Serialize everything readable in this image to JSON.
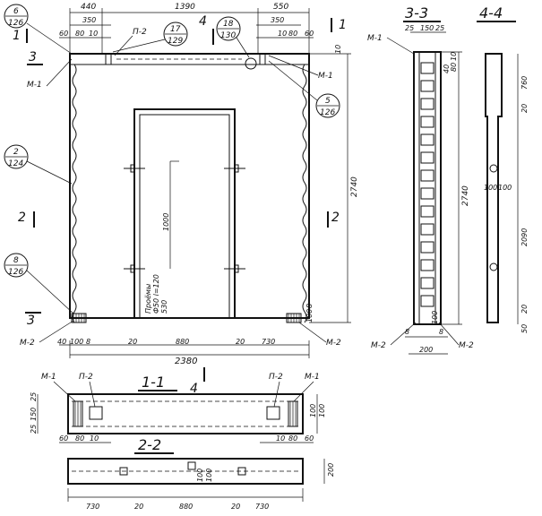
{
  "dims": {
    "top": [
      "440",
      "1390",
      "550"
    ],
    "top_left": [
      "350",
      "60",
      "80",
      "10"
    ],
    "top_right": [
      "350",
      "10",
      "80",
      "60"
    ],
    "right_small": "10",
    "height_main": "2740",
    "bottom_left": [
      "40",
      "100",
      "8"
    ],
    "bottom": [
      "20",
      "880",
      "20",
      "730"
    ],
    "bottom_right": [
      "100",
      "8"
    ],
    "total_width": "2380",
    "opening_height": "1000"
  },
  "labels": {
    "p2_top": "П-2",
    "m1": "М-1",
    "m2": "М-2",
    "opening_note": [
      "Проёмы",
      "Ф50 l=120",
      "530"
    ]
  },
  "callouts": {
    "c6": [
      "6",
      "126"
    ],
    "c17": [
      "17",
      "129"
    ],
    "c18": [
      "18",
      "130"
    ],
    "c5": [
      "5",
      "126"
    ],
    "c2": [
      "2",
      "124"
    ],
    "c8": [
      "8",
      "126"
    ]
  },
  "sections": {
    "s1": "1",
    "s2": "2",
    "s3": "3",
    "s4": "4",
    "s11": "1-1",
    "s22": "2-2",
    "s33": "3-3",
    "s44": "4-4"
  },
  "view33": {
    "top": [
      "25",
      "150",
      "25"
    ],
    "side": [
      "10",
      "40",
      "80"
    ],
    "height": "2740",
    "bottom": [
      "8",
      "200",
      "8"
    ],
    "bottom_right": "100",
    "m1": "М-1",
    "m2_left": "М-2",
    "m2_right": "М-2"
  },
  "view44": {
    "dims": [
      "760",
      "20",
      "2090",
      "20",
      "50"
    ],
    "mid": [
      "100",
      "100"
    ]
  },
  "view11": {
    "left_dims": [
      "25",
      "150",
      "25"
    ],
    "bottom_left": [
      "60",
      "80",
      "10"
    ],
    "bottom_right": [
      "10",
      "80",
      "60"
    ],
    "right_dims": [
      "100",
      "100"
    ],
    "m1_left": "М-1",
    "p2_left": "П-2",
    "p2_right": "П-2",
    "m1_right": "М-1"
  },
  "view22": {
    "bottom": [
      "730",
      "20",
      "880",
      "20",
      "730"
    ],
    "mid": [
      "100",
      "100"
    ],
    "right": "200"
  }
}
